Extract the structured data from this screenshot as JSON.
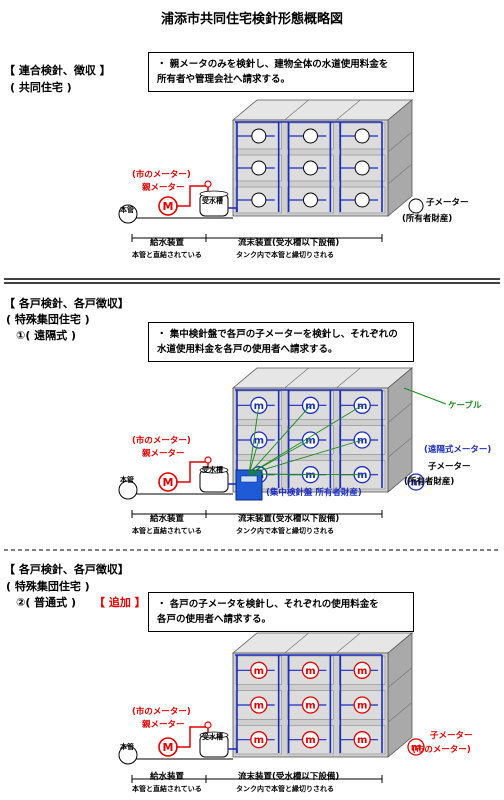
{
  "title": "浦添市共同住宅検針形態概略図",
  "sec1": {
    "line1": "【 連合検針、徴収 】",
    "line2": "( 共同住宅 )",
    "note1": "・ 親メータのみを検針し、建物全体の水道使用料金を",
    "note2": "所有者や管理会社へ請求する。",
    "city_meter": "(市のメーター)",
    "parent_meter": "親メーター",
    "main_pipe": "本管",
    "tank": "受水槽",
    "child_meter": "子メーター",
    "owner_prop": "(所有者財産)",
    "supply": "給水装置",
    "supply_sub": "本管と直結されている",
    "terminal": "流末装置(受水槽以下設備)",
    "terminal_sub": "タンク内で本管と縁切りされる"
  },
  "sec2": {
    "line1": "【 各戸検針、各戸徴収】",
    "line2": "( 特殊集団住宅 )",
    "line3": "①( 遠隔式 )",
    "note1": "・ 集中検針盤で各戸の子メーターを検針し、それぞれの",
    "note2": "水道使用料金を各戸の使用者へ請求する。",
    "cable": "ケーブル",
    "city_meter": "(市のメーター)",
    "parent_meter": "親メーター",
    "main_pipe": "本管",
    "tank": "受水槽",
    "panel": "(集中検針盤 所有者財産)",
    "remote_meter": "(遠隔式メーター)",
    "child_meter": "子メーター",
    "owner_prop": "(所有者財産)",
    "supply": "給水装置",
    "supply_sub": "本管と直結されている",
    "terminal": "流末装置(受水槽以下設備)",
    "terminal_sub": "タンク内で本管と縁切りされる"
  },
  "sec3": {
    "line1": "【 各戸検針、各戸徴収】",
    "line2": "( 特殊集団住宅 )",
    "line3a": "②( 普通式 )",
    "line3b": "【 追加 】",
    "note1": "・ 各戸の子メータを検針し、それぞれの使用料金を",
    "note2": "各戸の使用者へ請求する。",
    "city_meter": "(市のメーター)",
    "parent_meter": "親メーター",
    "main_pipe": "本管",
    "tank": "受水槽",
    "child_meter": "子メーター",
    "city_meter2": "(市のメーター)",
    "supply": "給水装置",
    "supply_sub": "本管と直結されている",
    "terminal": "流末装置(受水槽以下設備)",
    "terminal_sub": "タンク内で本管と縁切りされる"
  },
  "symbols": {
    "m": "M",
    "meter": "m"
  },
  "colors": {
    "pipe": "#1a2cc4",
    "red": "#e00000",
    "cable": "#1c8a1c",
    "building": "#cfcfcf",
    "building_top": "#e6e6e6",
    "building_side": "#a9a9a9",
    "window": "#dcdcdc",
    "panel": "#1f5bd6"
  }
}
